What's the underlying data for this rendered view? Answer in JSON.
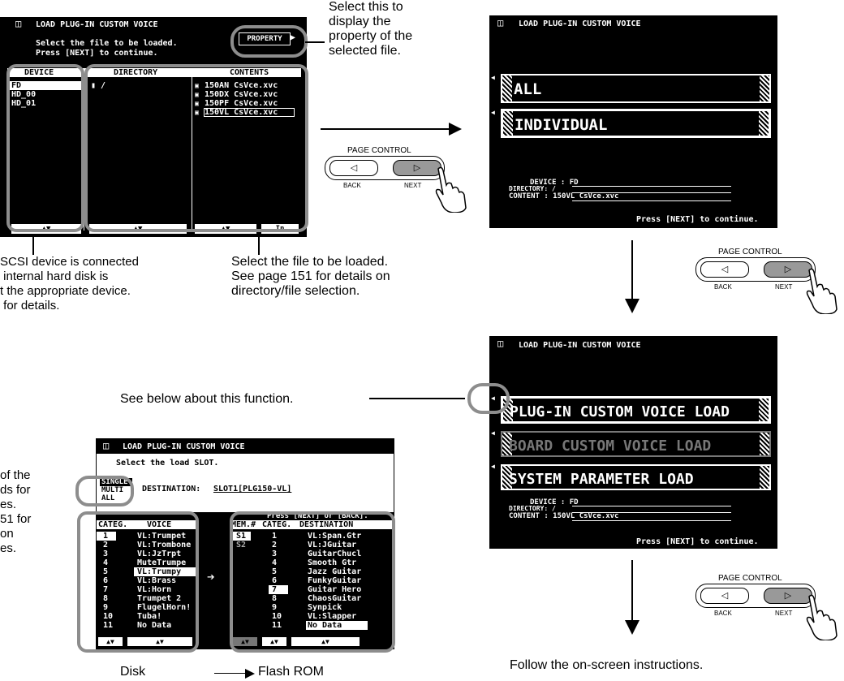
{
  "screen1": {
    "title": "LOAD PLUG-IN CUSTOM VOICE",
    "line1": "Select the file to be loaded.",
    "line2": "Press [NEXT] to continue.",
    "property_button": "PROPERTY",
    "col_device": "DEVICE",
    "col_directory": "DIRECTORY",
    "col_contents": "CONTENTS",
    "devices": [
      "FD",
      "HD_00",
      "HD_01"
    ],
    "directory": "/",
    "contents": [
      "150AN CsVce.xvc",
      "150DX CsVce.xvc",
      "150PF CsVce.xvc",
      "150VL CsVce.xvc"
    ],
    "in_button": "In"
  },
  "screen2": {
    "title": "LOAD PLUG-IN CUSTOM VOICE",
    "options": [
      "ALL",
      "INDIVIDUAL"
    ],
    "device_label": "DEVICE : FD",
    "directory_label": "DIRECTORY: /",
    "content_label": "CONTENT : 150VL CsVce.xvc",
    "continue": "Press [NEXT] to continue."
  },
  "screen3": {
    "title": "LOAD PLUG-IN CUSTOM VOICE",
    "options": [
      "PLUG-IN CUSTOM VOICE LOAD",
      "BOARD CUSTOM VOICE LOAD",
      "SYSTEM PARAMETER LOAD"
    ],
    "device_label": "DEVICE : FD",
    "directory_label": "DIRECTORY: /",
    "content_label": "CONTENT : 150VL CsVce.xvc",
    "continue": "Press [NEXT] to continue."
  },
  "screen4": {
    "title": "LOAD PLUG-IN CUSTOM VOICE",
    "line1": "Select the load SLOT.",
    "modes": [
      "SINGLE",
      "MULTI",
      "ALL"
    ],
    "destination_label": "DESTINATION:",
    "destination_value": "SLOT1[PLG150-VL]",
    "press_text": "Press [NEXT] or [BACK].",
    "hdr_categ": "CATEG.",
    "hdr_voice": "VOICE",
    "hdr_mem": "MEM.#",
    "hdr_categ2": "CATEG.",
    "hdr_dest": "DESTINATION",
    "left_rows": [
      [
        "1",
        "VL:Trumpet"
      ],
      [
        "2",
        "VL:Trombone"
      ],
      [
        "3",
        "VL:JzTrpt"
      ],
      [
        "4",
        "MuteTrumpe"
      ],
      [
        "5",
        "VL:Trumpy"
      ],
      [
        "6",
        "VL:Brass"
      ],
      [
        "7",
        "VL:Horn"
      ],
      [
        "8",
        "Trumpet 2"
      ],
      [
        "9",
        "FlugelHorn!"
      ],
      [
        "10",
        "Tuba!"
      ],
      [
        "11",
        "No Data"
      ]
    ],
    "mem": [
      "S1",
      "S2"
    ],
    "right_rows": [
      [
        "1",
        "VL:Span.Gtr"
      ],
      [
        "2",
        "VL:JGuitar"
      ],
      [
        "3",
        "GuitarChucl"
      ],
      [
        "4",
        "Smooth Gtr"
      ],
      [
        "5",
        "Jazz Guitar"
      ],
      [
        "6",
        "FunkyGuitar"
      ],
      [
        "7",
        "Guitar Hero"
      ],
      [
        "8",
        "ChaosGuitar"
      ],
      [
        "9",
        "Synpick"
      ],
      [
        "10",
        "VL:Slapper"
      ],
      [
        "11",
        "No Data"
      ]
    ]
  },
  "page_control": {
    "title": "PAGE CONTROL",
    "back": "BACK",
    "next": "NEXT"
  },
  "annotations": {
    "property": "Select this to\ndisplay the\nproperty of the\nselected file.",
    "device": "SCSI device is connected\n internal hard disk is\nt the appropriate device.\n for details.",
    "file": "Select the file to be loaded.\nSee page 151 for details on\ndirectory/file selection.",
    "function": "See below about this function.",
    "slot": "of the\nds for\nes.\n51 for\non\nes.",
    "disk": "Disk",
    "flash": "Flash ROM",
    "follow": "Follow the on-screen instructions."
  }
}
